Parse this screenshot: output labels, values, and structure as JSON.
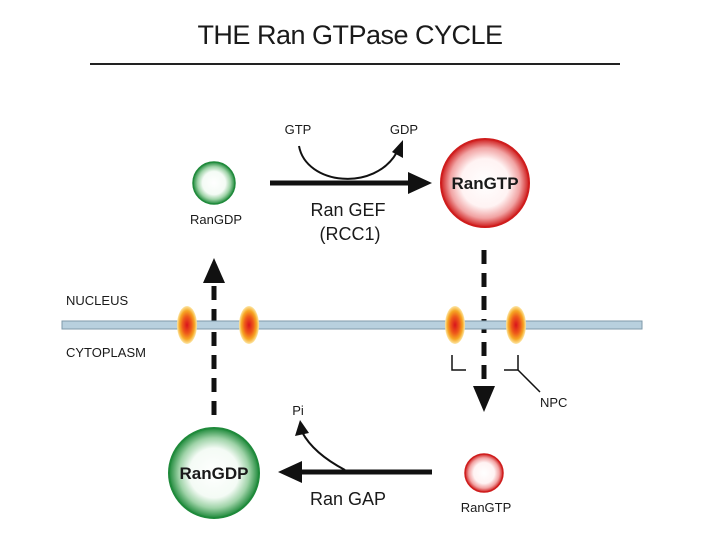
{
  "title": "THE Ran GTPase CYCLE",
  "labels": {
    "gtp": "GTP",
    "gdp": "GDP",
    "ran_gef": "Ran GEF",
    "rcc1": "(RCC1)",
    "nucleus": "NUCLEUS",
    "cytoplasm": "CYTOPLASM",
    "npc": "NPC",
    "pi": "Pi",
    "ran_gap": "Ran GAP"
  },
  "nodes": {
    "rangdp_small": "RanGDP",
    "rangtp_large": "RanGTP",
    "rangdp_large": "RanGDP",
    "rangtp_small": "RanGTP"
  },
  "colors": {
    "gdp_green": "#1f8a3b",
    "gtp_red": "#d32020",
    "membrane": "#b8d0de",
    "pore_orange": "#f4a020"
  }
}
